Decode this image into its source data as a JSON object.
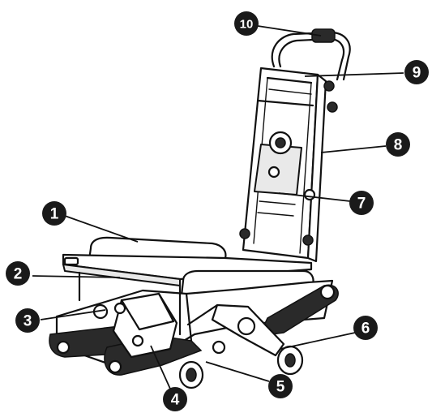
{
  "figure": {
    "callouts": [
      {
        "id": "c1",
        "number": "1"
      },
      {
        "id": "c2",
        "number": "2"
      },
      {
        "id": "c3",
        "number": "3"
      },
      {
        "id": "c4",
        "number": "4"
      },
      {
        "id": "c5",
        "number": "5"
      },
      {
        "id": "c6",
        "number": "6"
      },
      {
        "id": "c7",
        "number": "7"
      },
      {
        "id": "c8",
        "number": "8"
      },
      {
        "id": "c9",
        "number": "9"
      },
      {
        "id": "c10",
        "number": "10"
      }
    ],
    "colors": {
      "badge": "#1a1a1a",
      "line": "#111111",
      "background": "#ffffff"
    }
  }
}
